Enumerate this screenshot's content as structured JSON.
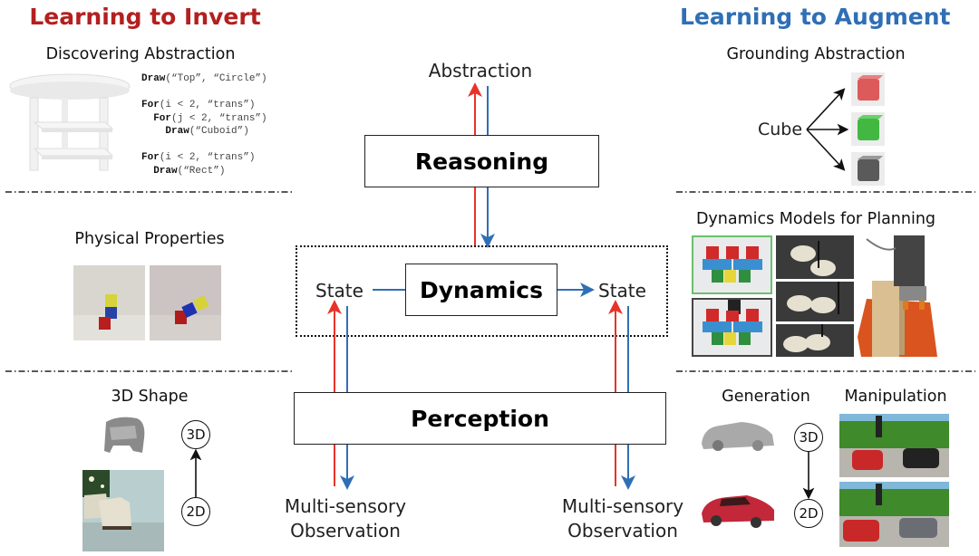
{
  "left_column": {
    "title": "Learning to Invert",
    "title_color": "#b3201f",
    "sections": {
      "abstraction": {
        "title": "Discovering Abstraction",
        "program": [
          {
            "kw": "Draw",
            "rest": "(“Top”, “Circle”)",
            "indent": 0
          },
          {
            "kw": "",
            "rest": "",
            "indent": 0
          },
          {
            "kw": "For",
            "rest": "(i < 2, “trans”)",
            "indent": 0
          },
          {
            "kw": "For",
            "rest": "(j < 2, “trans”)",
            "indent": 1
          },
          {
            "kw": "Draw",
            "rest": "(“Cuboid”)",
            "indent": 2
          },
          {
            "kw": "",
            "rest": "",
            "indent": 0
          },
          {
            "kw": "For",
            "rest": "(i < 2, “trans”)",
            "indent": 0
          },
          {
            "kw": "Draw",
            "rest": "(“Rect”)",
            "indent": 1
          }
        ]
      },
      "physical": {
        "title": "Physical Properties"
      },
      "shape": {
        "title": "3D Shape",
        "node_top": "3D",
        "node_bottom": "2D"
      }
    }
  },
  "right_column": {
    "title": "Learning to Augment",
    "title_color": "#2f6fb5",
    "sections": {
      "grounding": {
        "title": "Grounding Abstraction",
        "concept": "Cube"
      },
      "planning": {
        "title": "Dynamics Models for Planning"
      },
      "generation": {
        "title": "Generation",
        "node_top": "3D",
        "node_bottom": "2D"
      },
      "manipulation": {
        "title": "Manipulation"
      }
    }
  },
  "center": {
    "abstraction_label": "Abstraction",
    "reasoning_label": "Reasoning",
    "dynamics_label": "Dynamics",
    "state_left": "State",
    "state_right": "State",
    "perception_label": "Perception",
    "observation_left": [
      "Multi-sensory",
      "Observation"
    ],
    "observation_right": [
      "Multi-sensory",
      "Observation"
    ],
    "arrow_colors": {
      "invert": "#e8332a",
      "augment": "#2f6fb5"
    }
  }
}
